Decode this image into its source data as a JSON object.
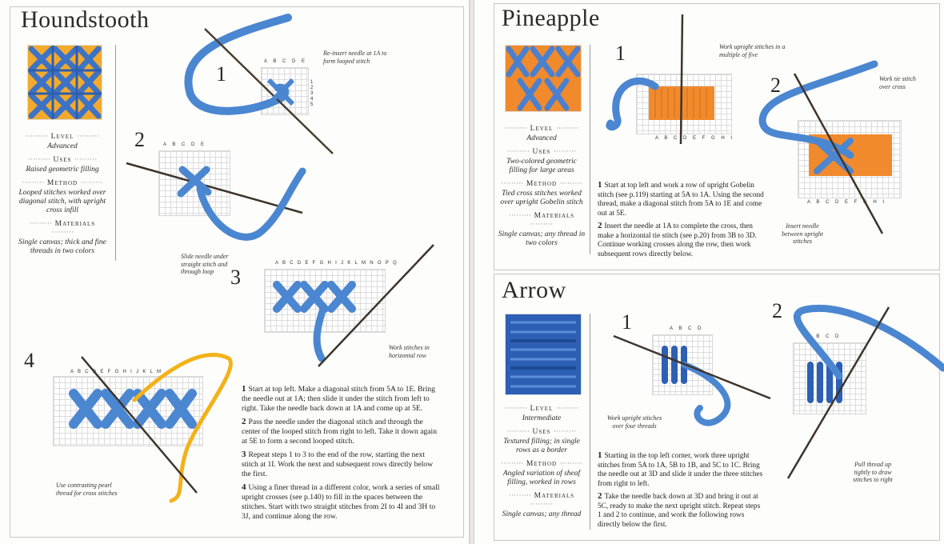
{
  "left": {
    "title": "Houndstooth",
    "sidebar": [
      {
        "head": "Level",
        "value": "Advanced"
      },
      {
        "head": "Uses",
        "value": "Raised geometric filling"
      },
      {
        "head": "Method",
        "value": "Looped stitches worked over diagonal stitch, with upright cross infill"
      },
      {
        "head": "Materials",
        "value": "Single canvas; thick and fine threads in two colors"
      }
    ],
    "steps": [
      "1",
      "2",
      "3",
      "4"
    ],
    "axes": {
      "s1": "A B C D E",
      "s2": "A B C D E",
      "s3": "A B C D E F G H I J K L M N O P Q",
      "s4": "A B C D E F G H I J K L M",
      "rows": "1 2 3 4 5"
    },
    "captions": {
      "reinsert": "Re-insert needle at 1A to form looped stitch",
      "slide": "Slide needle under straight stitch and through loop",
      "work": "Work stitches in horizontal row",
      "contrast": "Use contrasting pearl thread for cross stitches"
    },
    "instructions": [
      {
        "n": "1",
        "text": "Start at top left. Make a diagonal stitch from 5A to 1E. Bring the needle out at 1A; then slide it under the stitch from left to right. Take the needle back down at 1A and come up at 5E."
      },
      {
        "n": "2",
        "text": "Pass the needle under the diagonal stitch and through the center of the looped stitch from right to left. Take it down again at 5E to form a second looped stitch."
      },
      {
        "n": "3",
        "text": "Repeat steps 1 to 3 to the end of the row, starting the next stitch at 1I. Work the next and subsequent rows directly below the first."
      },
      {
        "n": "4",
        "text": "Using a finer thread in a different color, work a series of small upright crosses (see p.140) to fill in the spaces between the stitches. Start with two straight stitches from 2I to 4I and 3H to 3J, and continue along the row."
      }
    ]
  },
  "pineapple": {
    "title": "Pineapple",
    "sidebar": [
      {
        "head": "Level",
        "value": "Advanced"
      },
      {
        "head": "Uses",
        "value": "Two-colored geometric filling for large areas"
      },
      {
        "head": "Method",
        "value": "Tied cross stitches worked over upright Gobelin stitch"
      },
      {
        "head": "Materials",
        "value": "Single canvas; any thread in two colors"
      }
    ],
    "steps": [
      "1",
      "2"
    ],
    "axes": {
      "s1": "A B C D E F G H I",
      "s2": "A B C D E F G H I"
    },
    "captions": {
      "upright": "Work upright stitches in a multiple of five",
      "tie": "Work tie stitch over cross",
      "insert": "Insert needle between upright stitches"
    },
    "instructions": [
      {
        "n": "1",
        "text": "Start at top left and work a row of upright Gobelin stitch (see p.119) starting at 5A to 1A. Using the second thread, make a diagonal stitch from 5A to 1E and come out at 5E."
      },
      {
        "n": "2",
        "text": "Insert the needle at 1A to complete the cross, then make a horizontal tie stitch (see p.20) from 3B to 3D. Continue working crosses along the row, then work subsequent rows directly below."
      }
    ]
  },
  "arrow": {
    "title": "Arrow",
    "sidebar": [
      {
        "head": "Level",
        "value": "Intermediate"
      },
      {
        "head": "Uses",
        "value": "Textured filling; in single rows as a border"
      },
      {
        "head": "Method",
        "value": "Angled variation of sheaf filling, worked in rows"
      },
      {
        "head": "Materials",
        "value": "Single canvas; any thread"
      }
    ],
    "steps": [
      "1",
      "2"
    ],
    "axes": {
      "s1": "A B C D",
      "s2": "A B C D"
    },
    "captions": {
      "four": "Work upright stitches over four threads",
      "pull": "Pull thread up tightly to draw stitches to right"
    },
    "instructions": [
      {
        "n": "1",
        "text": "Starting in the top left corner, work three upright stitches from 5A to 1A, 5B to 1B, and 5C to 1C. Bring the needle out at 3D and slide it under the three stitches from right to left."
      },
      {
        "n": "2",
        "text": "Take the needle back down at 3D and bring it out at 5C, ready to make the next upright stitch. Repeat steps 1 and 2 to continue, and work the following rows directly below the first."
      }
    ]
  }
}
